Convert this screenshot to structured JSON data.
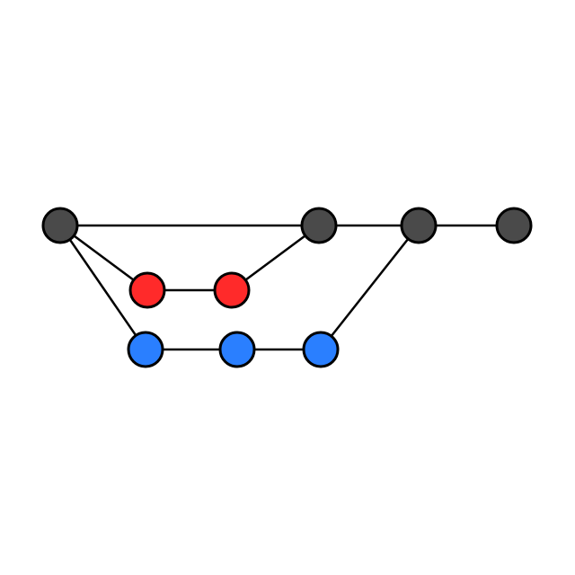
{
  "diagram": {
    "type": "graph",
    "colors": {
      "main": "#4a4a4a",
      "branch_red": "#ff2a2a",
      "branch_blue": "#2a7fff",
      "edge": "#000000",
      "node_outline": "#000000",
      "background": "#ffffff"
    },
    "nodes": [
      {
        "id": "m1",
        "group": "main"
      },
      {
        "id": "m2",
        "group": "main"
      },
      {
        "id": "m3",
        "group": "main"
      },
      {
        "id": "m4",
        "group": "main"
      },
      {
        "id": "r1",
        "group": "branch_red"
      },
      {
        "id": "r2",
        "group": "branch_red"
      },
      {
        "id": "b1",
        "group": "branch_blue"
      },
      {
        "id": "b2",
        "group": "branch_blue"
      },
      {
        "id": "b3",
        "group": "branch_blue"
      }
    ],
    "edges": [
      {
        "from": "m1",
        "to": "m2"
      },
      {
        "from": "m2",
        "to": "m3"
      },
      {
        "from": "m3",
        "to": "m4"
      },
      {
        "from": "m1",
        "to": "r1"
      },
      {
        "from": "r1",
        "to": "r2"
      },
      {
        "from": "r2",
        "to": "m2"
      },
      {
        "from": "m1",
        "to": "b1"
      },
      {
        "from": "b1",
        "to": "b2"
      },
      {
        "from": "b2",
        "to": "b3"
      },
      {
        "from": "b3",
        "to": "m3"
      }
    ]
  }
}
